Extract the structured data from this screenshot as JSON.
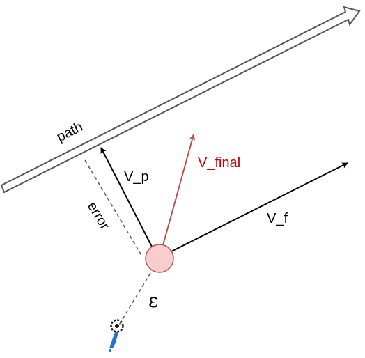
{
  "labels": {
    "path": "path",
    "v_p": "V_p",
    "v_final": "V_final",
    "v_f": "V_f",
    "error": "error",
    "epsilon": "ε"
  },
  "colors": {
    "line": "#000000",
    "path_outline": "#555555",
    "v_final": "#b85450",
    "v_final_text": "#c00000",
    "robot_fill": "#f8cecc",
    "robot_stroke": "#b85450",
    "dashed": "#555555",
    "target_icon": "#1f73d6"
  },
  "icons": {
    "robot": "circle",
    "target": "person-marker-icon"
  }
}
